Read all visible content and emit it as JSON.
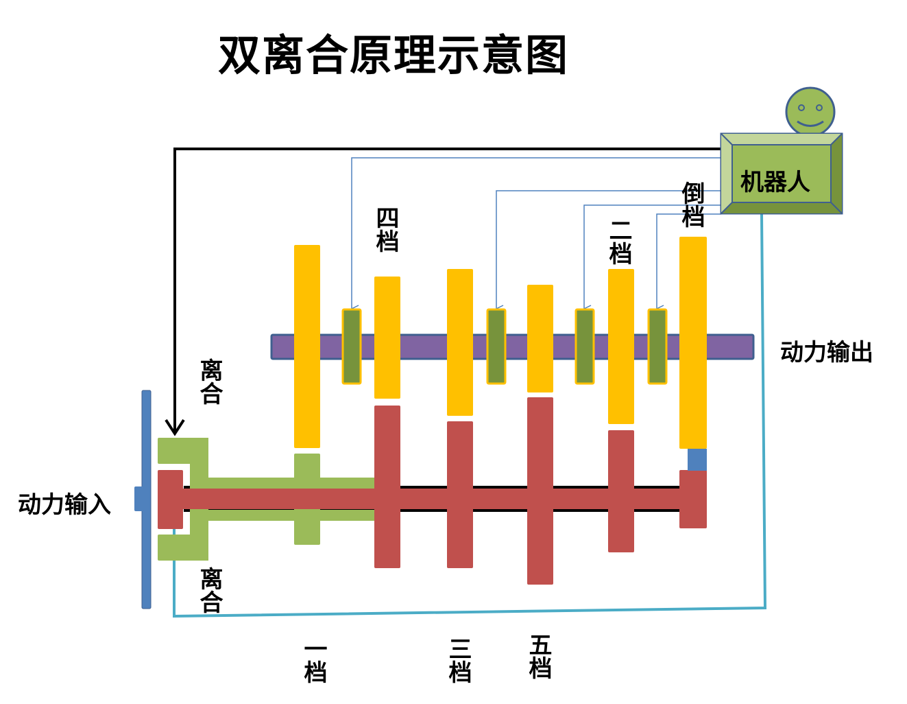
{
  "title": "双离合原理示意图",
  "robot": {
    "label": "机器人",
    "icon": "smiley-face-icon"
  },
  "labels": {
    "power_output": "动力输出",
    "power_input": "动力输入",
    "clutch_top": "离合",
    "clutch_bottom": "离合",
    "gear_4": "四档",
    "gear_2": "二档",
    "gear_reverse": "倒档",
    "gear_1": "一档",
    "gear_3": "三档",
    "gear_5": "五档"
  },
  "colors": {
    "driven_gear": "#ffc000",
    "drive_gear": "#c0504d",
    "clutch_green": "#9bbb59",
    "synchro": "#77933c",
    "output_shaft": "#8064a2",
    "shaft_border": "#3f5f8f",
    "flywheel": "#4f81bd",
    "control_line": "#4f81bd",
    "feedback_line": "#4bacc6",
    "black_line": "#000000",
    "robot_box": "#9bbb59"
  }
}
